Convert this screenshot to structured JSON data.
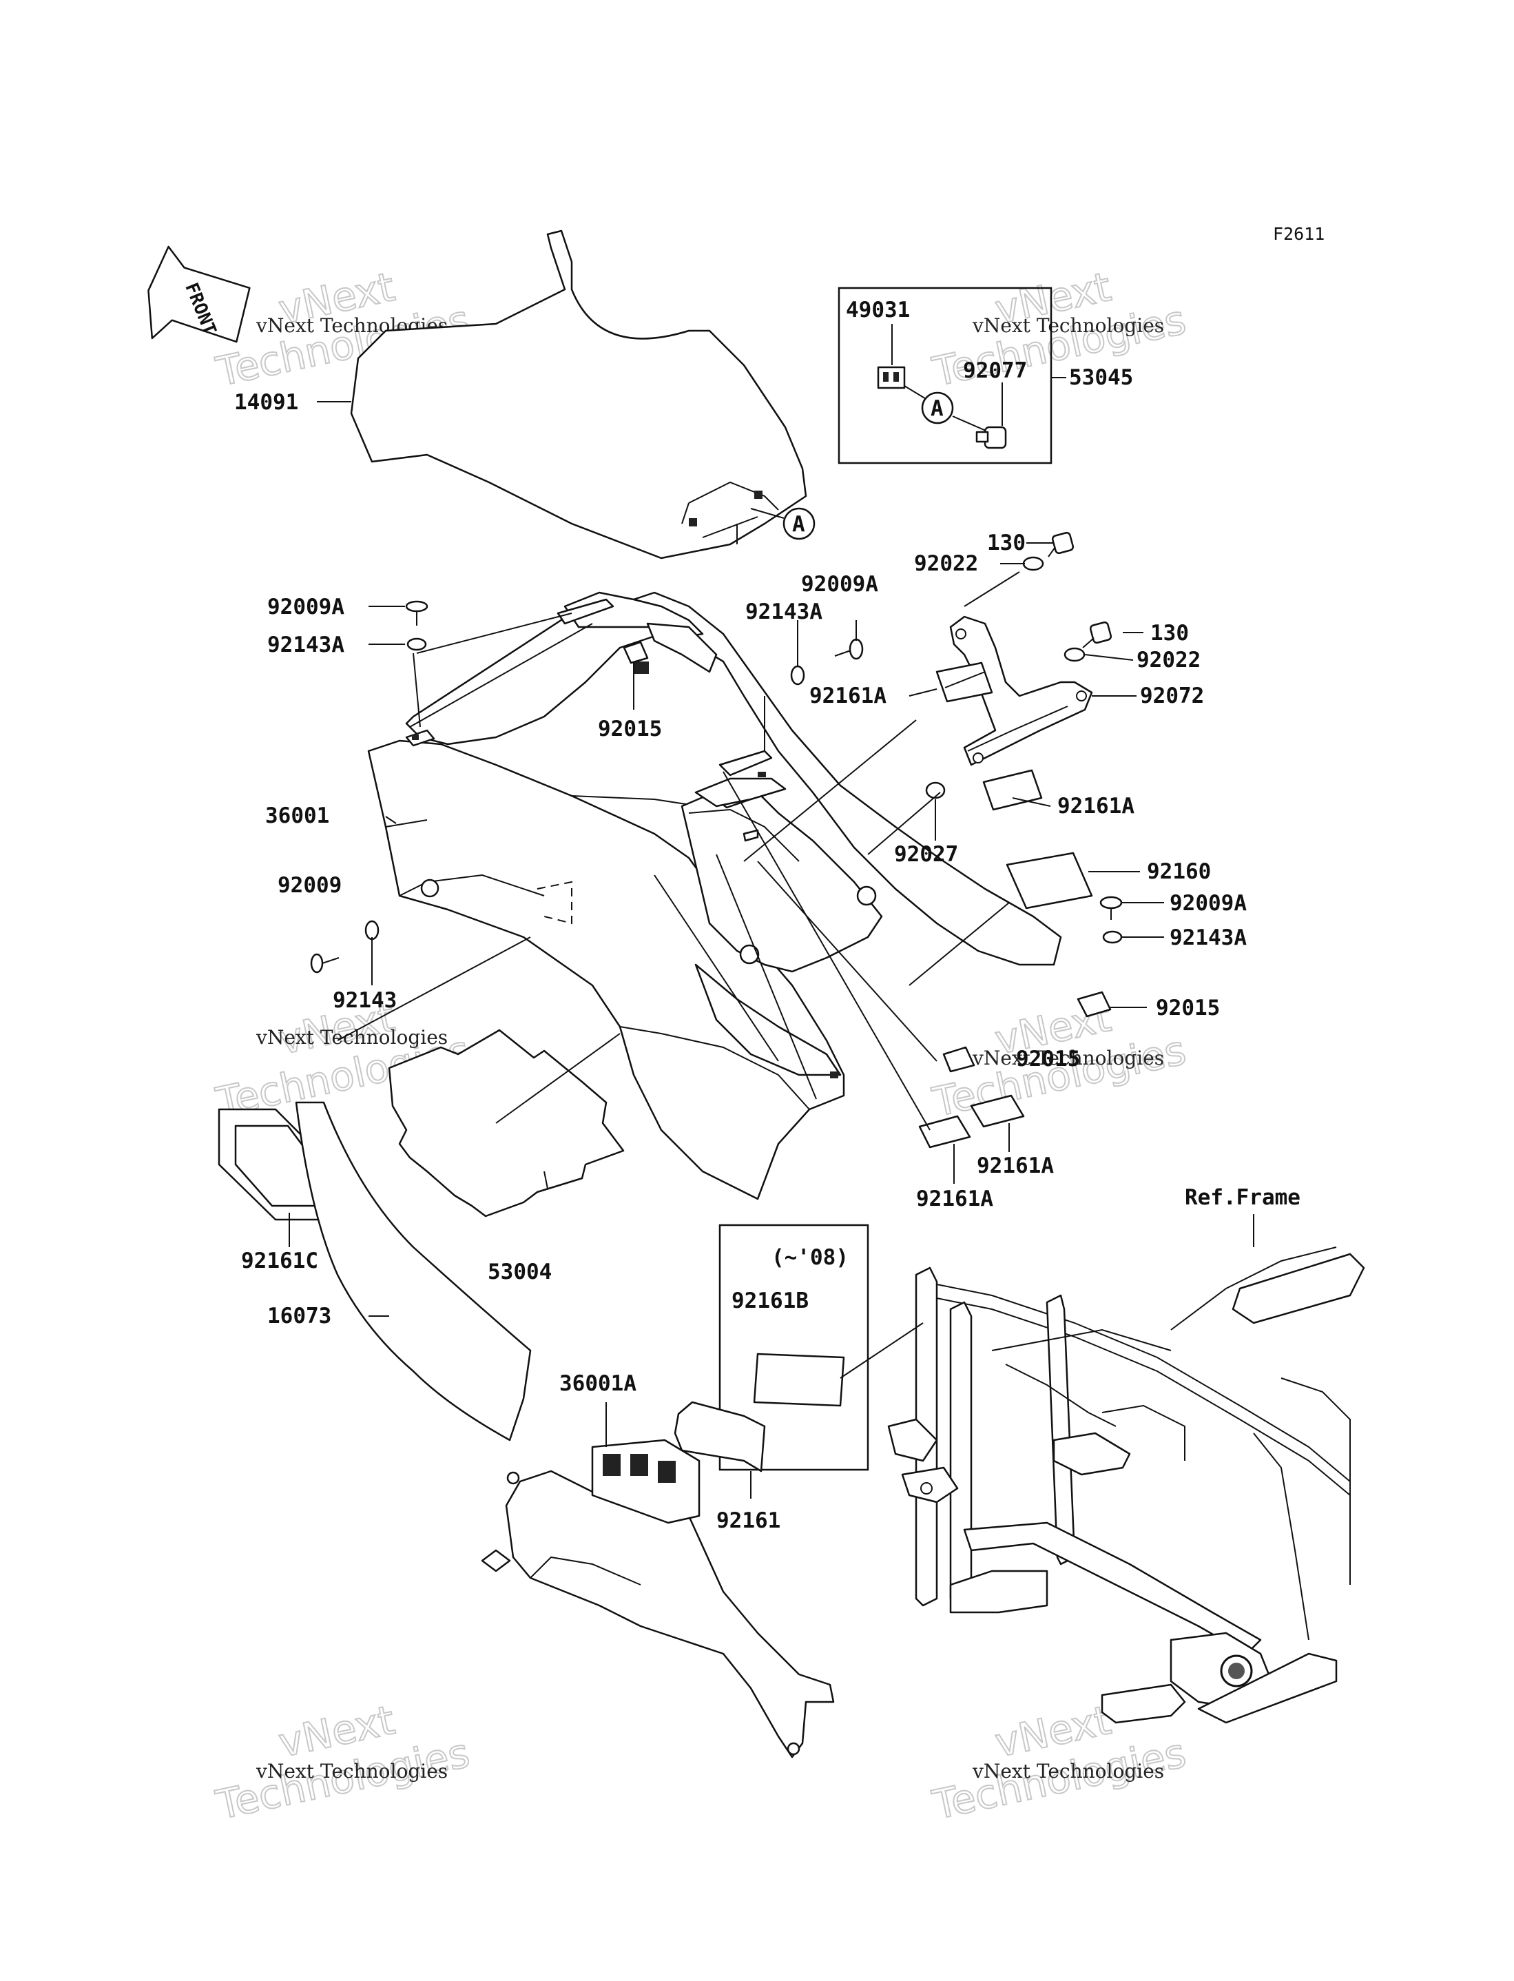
{
  "figure_code": "F2611",
  "front_label": "FRONT",
  "ref_frame_label": "Ref.Frame",
  "callout_letter": "A",
  "years_note": "(~'08)",
  "watermark": {
    "brand": "vNext",
    "line2": "Technologies",
    "caption": "vNext Technologies"
  },
  "parts": {
    "p14091": "14091",
    "p49031": "49031",
    "p92077": "92077",
    "p53045": "53045",
    "p130a": "130",
    "p92022a": "92022",
    "p92009A_left": "92009A",
    "p92143A_left": "92143A",
    "p92009A_mid": "92009A",
    "p92143A_mid": "92143A",
    "p130b": "130",
    "p92022b": "92022",
    "p92161A_1": "92161A",
    "p92072": "92072",
    "p92015_top": "92015",
    "p36001": "36001",
    "p92161A_2": "92161A",
    "p92027": "92027",
    "p92160": "92160",
    "p92009": "92009",
    "p92009A_right": "92009A",
    "p92143A_right": "92143A",
    "p92143": "92143",
    "p92015_right": "92015",
    "p92015_low": "92015",
    "p92161A_3": "92161A",
    "p92161A_4": "92161A",
    "p92161C": "92161C",
    "p53004": "53004",
    "p16073": "16073",
    "p92161B": "92161B",
    "p36001A": "36001A",
    "p92161": "92161"
  }
}
